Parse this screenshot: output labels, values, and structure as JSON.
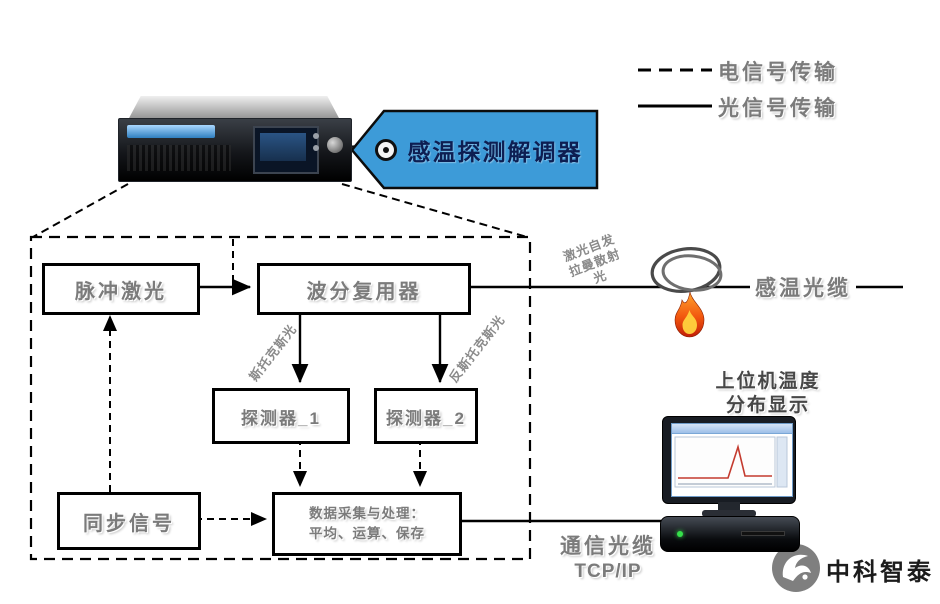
{
  "legend": {
    "electrical_label": "电信号传输",
    "optical_label": "光信号传输"
  },
  "tag": {
    "label": "感温探测解调器"
  },
  "blocks": {
    "pulse_laser": "脉冲激光",
    "wdm": "波分复用器",
    "detector_1": "探测器_1",
    "detector_2": "探测器_2",
    "sync_signal": "同步信号",
    "daq_line1": "数据采集与处理：",
    "daq_line2": "平均、运算、保存"
  },
  "flow_labels": {
    "stokes": "斯托克斯光",
    "anti_stokes": "反斯托克斯光",
    "raman_l1": "激光自发",
    "raman_l2": "拉曼散射",
    "raman_l3": "光",
    "sensing_cable": "感温光缆",
    "comm_l1": "通信光缆",
    "comm_l2": "TCP/IP",
    "host_l1": "上位机温度",
    "host_l2": "分布显示"
  },
  "brand": {
    "name": "中科智泰"
  },
  "colors": {
    "tag_blue": "#3d9bd8",
    "flame_orange": "#f2570f",
    "led_green": "#35e04a",
    "line_black": "#000000"
  }
}
